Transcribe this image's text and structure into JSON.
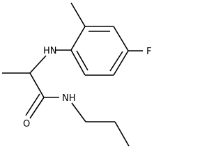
{
  "structure": {
    "atoms": {
      "fluorine": "F",
      "amine_nitrogen": "HN",
      "amide_nitrogen": "NH",
      "carbonyl_oxygen": "O"
    },
    "colors": {
      "bond": "#000000",
      "label": "#000000",
      "background": "#ffffff"
    }
  }
}
